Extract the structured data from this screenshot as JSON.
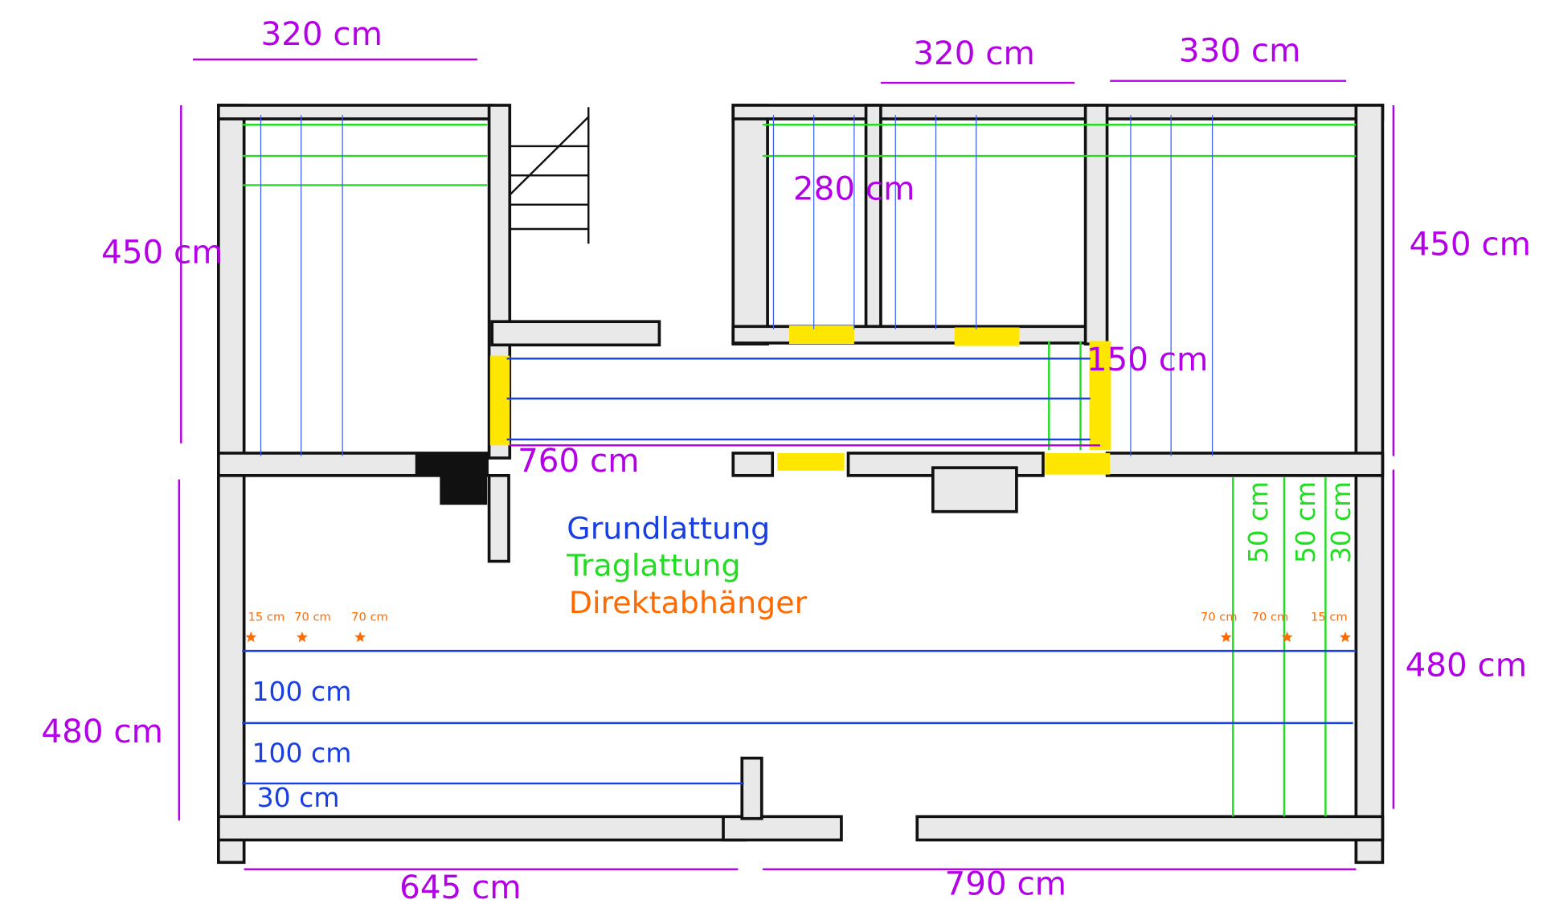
{
  "dimensions": {
    "top_left": "320 cm",
    "top_mid": "320 cm",
    "top_right": "330 cm",
    "left_upper": "450 cm",
    "right_upper": "450 cm",
    "left_lower": "480 cm",
    "right_lower": "480 cm",
    "bottom_left": "645 cm",
    "bottom_right": "790 cm",
    "room_mid": "280 cm",
    "corridor_width": "150 cm",
    "corridor_length": "760 cm"
  },
  "legend": {
    "grund": "Grundlattung",
    "trag": "Traglattung",
    "direkt": "Direktabhänger"
  },
  "spacing": {
    "blue_1": "100 cm",
    "blue_2": "100 cm",
    "blue_3": "30 cm",
    "green_1": "50 cm",
    "green_2": "50 cm",
    "green_3": "30 cm",
    "star_left": [
      "15 cm",
      "70 cm",
      "70 cm"
    ],
    "star_right": [
      "70 cm",
      "70 cm",
      "15 cm"
    ]
  },
  "colors": {
    "dimension": "#b400e6",
    "grundlattung": "#1a3fe0",
    "traglattung": "#22dd22",
    "direktabhaenger": "#ff6a00",
    "marker": "#ffe600"
  }
}
